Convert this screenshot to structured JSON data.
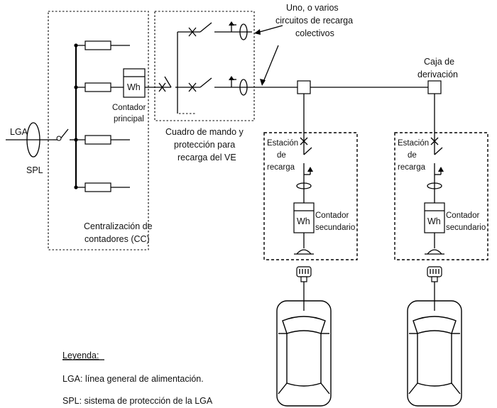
{
  "labels": {
    "lga": "LGA",
    "spl": "SPL",
    "cc_line1": "Centralización de",
    "cc_line2": "contadores (CC)",
    "meter_symbol": "Wh",
    "main_meter_line1": "Contador",
    "main_meter_line2": "principal",
    "panel_line1": "Cuadro de mando y",
    "panel_line2": "protección para",
    "panel_line3": "recarga del VE",
    "circuits_line1": "Uno, o varios",
    "circuits_line2": "circuitos de recarga",
    "circuits_line3": "colectivos",
    "junction_line1": "Caja de",
    "junction_line2": "derivación",
    "station_line1": "Estación",
    "station_line2": "de",
    "station_line3": "recarga",
    "sub_meter_line1": "Contador",
    "sub_meter_line2": "secundario"
  },
  "legend": {
    "title": "Leyenda:",
    "item1": "LGA: línea general de alimentación.",
    "item2": "SPL: sistema de protección de la LGA"
  }
}
